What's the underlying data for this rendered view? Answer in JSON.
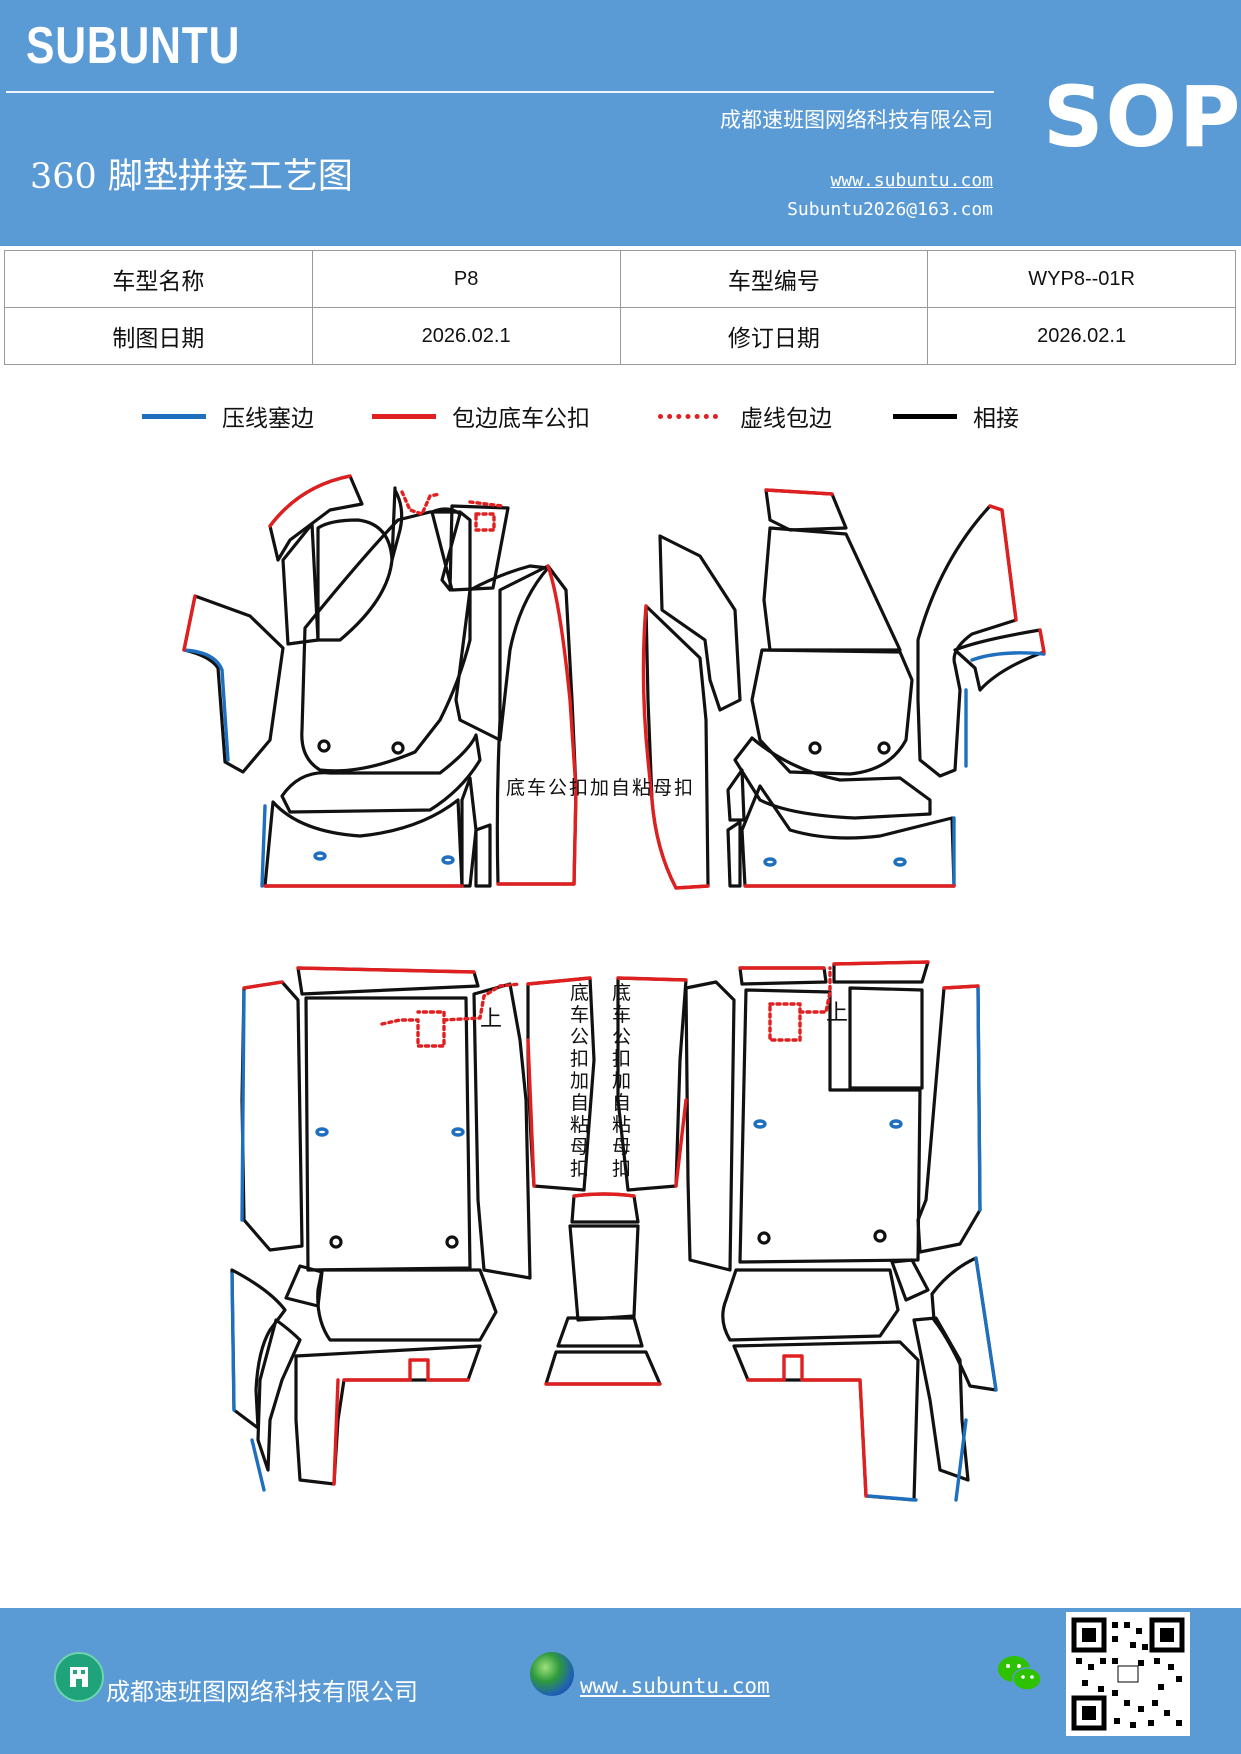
{
  "header": {
    "brand": "SUBUNTU",
    "company": "成都速班图网络科技有限公司",
    "title": "360 脚垫拼接工艺图",
    "website": "www.subuntu.com",
    "email": "Subuntu2026@163.com",
    "badge": "SOP"
  },
  "info_table": {
    "model_name_label": "车型名称",
    "model_name": "P8",
    "model_code_label": "车型编号",
    "model_code": "WYP8--01R",
    "draw_date_label": "制图日期",
    "draw_date": "2026.02.1",
    "revise_date_label": "修订日期",
    "revise_date": "2026.02.1"
  },
  "legend": [
    {
      "label": "压线塞边",
      "color": "#1f6fbf",
      "style": "solid"
    },
    {
      "label": "包边底车公扣",
      "color": "#e02020",
      "style": "solid"
    },
    {
      "label": "虚线包边",
      "color": "#e02020",
      "style": "dotted"
    },
    {
      "label": "相接",
      "color": "#000000",
      "style": "solid"
    }
  ],
  "drawing": {
    "note_front": "底车公扣加自粘母扣",
    "note_rear_left": "底车公扣加自粘母扣",
    "note_rear_right": "底车公扣加自粘母扣",
    "up_marker_left": "上",
    "up_marker_right": "上"
  },
  "footer": {
    "company": "成都速班图网络科技有限公司",
    "website": "www.subuntu.com"
  },
  "colors": {
    "brand_blue": "#5b9bd5",
    "line_blue": "#1f6fbf",
    "line_red": "#e02020"
  }
}
